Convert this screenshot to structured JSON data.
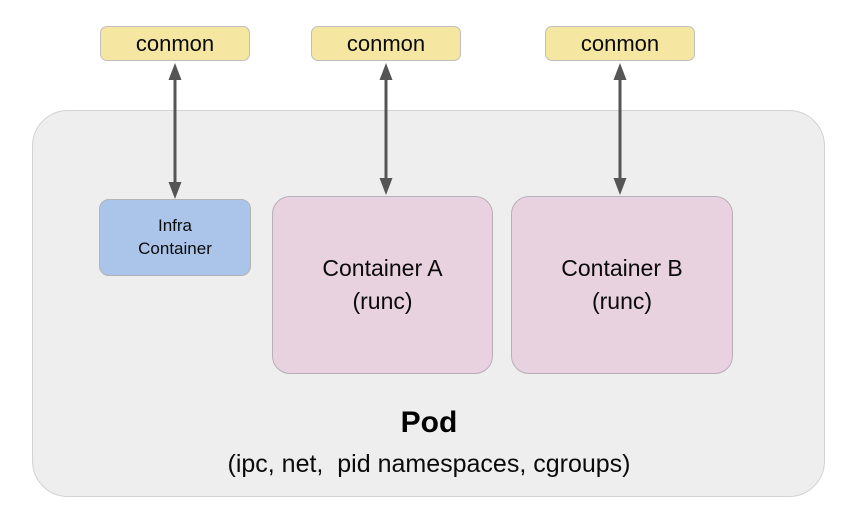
{
  "diagram": {
    "title": "Pod architecture with conmon monitors",
    "colors": {
      "pod_fill": "#eeeeee",
      "pod_border": "#d2d2d2",
      "conmon_fill": "#f5e7a1",
      "conmon_border": "#bfbfbf",
      "infra_fill": "#aac5e9",
      "infra_border": "#b3b3b3",
      "runc_fill": "#e8d2e0",
      "runc_border": "#b8aeb5",
      "arrow_stroke": "#555555",
      "text": "#0a0a0a"
    }
  },
  "monitors": [
    {
      "label": "conmon"
    },
    {
      "label": "conmon"
    },
    {
      "label": "conmon"
    }
  ],
  "infra_container": {
    "line1": "Infra",
    "line2": "Container"
  },
  "containers": [
    {
      "name": "Container A",
      "runtime": "(runc)"
    },
    {
      "name": "Container B",
      "runtime": "(runc)"
    }
  ],
  "pod": {
    "title": "Pod",
    "subtitle": "(ipc, net,  pid namespaces, cgroups)"
  },
  "arrows": [
    {
      "name": "conmon-to-infra",
      "direction": "bidirectional"
    },
    {
      "name": "conmon-to-container-a",
      "direction": "bidirectional"
    },
    {
      "name": "conmon-to-container-b",
      "direction": "bidirectional"
    }
  ]
}
